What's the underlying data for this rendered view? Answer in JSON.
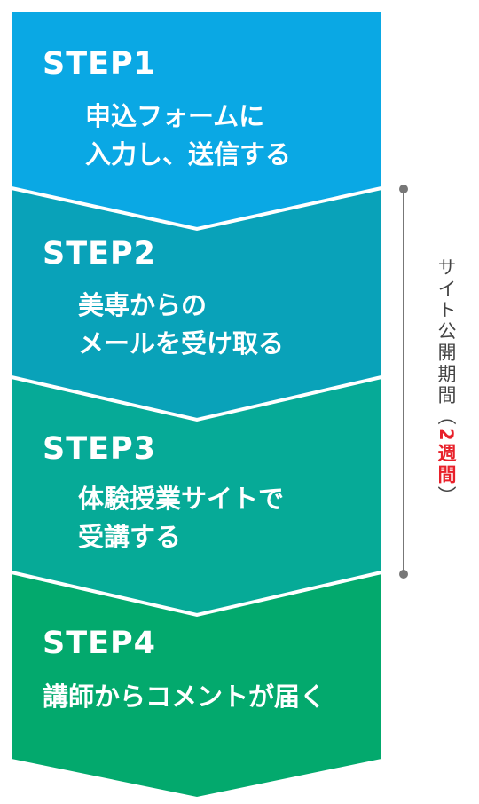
{
  "steps": [
    {
      "title": "STEP1",
      "line1": "申込フォームに",
      "line2": "入力し、送信する",
      "color": "#0aa8e4"
    },
    {
      "title": "STEP2",
      "line1": "美専からの",
      "line2": "メールを受け取る",
      "color": "#09a2b9"
    },
    {
      "title": "STEP3",
      "line1": "体験授業サイトで",
      "line2": "受講する",
      "color": "#06aa97"
    },
    {
      "title": "STEP4",
      "line1": "講師からコメントが届く",
      "line2": "",
      "color": "#03a96d"
    }
  ],
  "period": {
    "prefix": "サイト公開期間（",
    "number": "2",
    "unit": "週間",
    "suffix": "）",
    "accent_color": "#e8202a",
    "line_color": "#777777"
  }
}
